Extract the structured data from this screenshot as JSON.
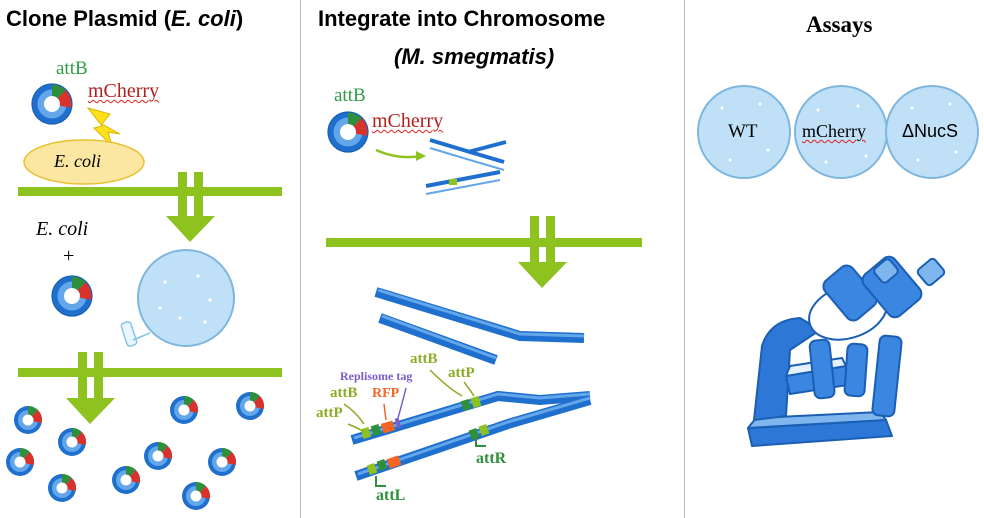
{
  "panels": [
    {
      "title_main": "Clone Plasmid (",
      "title_italic": "E. coli",
      "title_end": ")",
      "attb_label": "attB",
      "mcherry_label": "mCherry",
      "ecoli_oval_label": "E. coli",
      "ecoli_label": "E. coli",
      "plus_label": "+"
    },
    {
      "title_line1": "Integrate into Chromosome",
      "title_line2": "(M. smegmatis)",
      "attb_label": "attB",
      "mcherry_label": "mCherry",
      "replisome_tag_label": "Replisome tag",
      "attb_upper_label": "attB",
      "attp_upper_label": "attP",
      "rfp_label": "RFP",
      "attb_lower_label": "attB",
      "attp_lower_label": "attP",
      "attr_label": "attR",
      "attl_label": "attL"
    },
    {
      "title": "Assays",
      "plates": [
        {
          "label": "WT"
        },
        {
          "label": "mCherry"
        },
        {
          "label": "ΔNucS"
        }
      ]
    }
  ],
  "colors": {
    "plasmid_blue": "#1f6fce",
    "plasmid_light": "#63a7ea",
    "arrow_green": "#8dc21f",
    "att_green": "#2f8f3a",
    "rfp_orange": "#f26522",
    "tag_purple": "#7b5cc9",
    "plate_fill": "#bfe0f6",
    "ecoli_yellow": "#fbe7a1"
  }
}
